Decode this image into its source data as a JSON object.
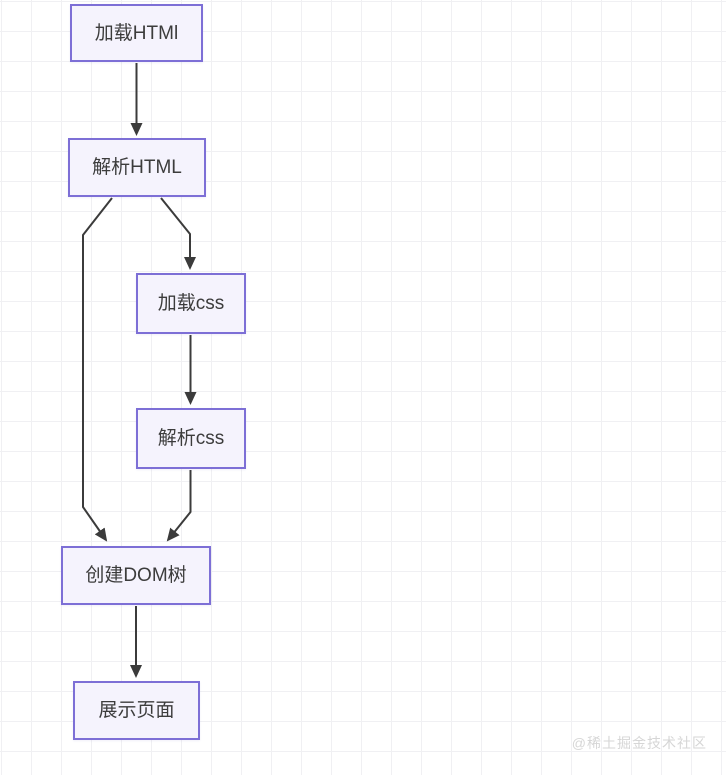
{
  "diagram": {
    "type": "flowchart",
    "nodes": [
      {
        "id": "load-html",
        "label": "加载HTMl"
      },
      {
        "id": "parse-html",
        "label": "解析HTML"
      },
      {
        "id": "load-css",
        "label": "加载css"
      },
      {
        "id": "parse-css",
        "label": "解析css"
      },
      {
        "id": "create-dom-tree",
        "label": "创建DOM树"
      },
      {
        "id": "show-page",
        "label": "展示页面"
      }
    ],
    "edges": [
      {
        "from": "load-html",
        "to": "parse-html"
      },
      {
        "from": "parse-html",
        "to": "load-css"
      },
      {
        "from": "parse-html",
        "to": "create-dom-tree"
      },
      {
        "from": "load-css",
        "to": "parse-css"
      },
      {
        "from": "parse-css",
        "to": "create-dom-tree"
      },
      {
        "from": "create-dom-tree",
        "to": "show-page"
      }
    ],
    "colors": {
      "node_fill": "#f5f3fd",
      "node_border": "#7d6fd6",
      "node_text": "#3c3c3c",
      "arrow": "#3b3b3b",
      "grid_line": "#f0f0f3",
      "watermark_color": "#d6d6d6",
      "canvas_bg": "#ffffff"
    }
  },
  "watermark": {
    "text": "@稀土掘金技术社区"
  }
}
